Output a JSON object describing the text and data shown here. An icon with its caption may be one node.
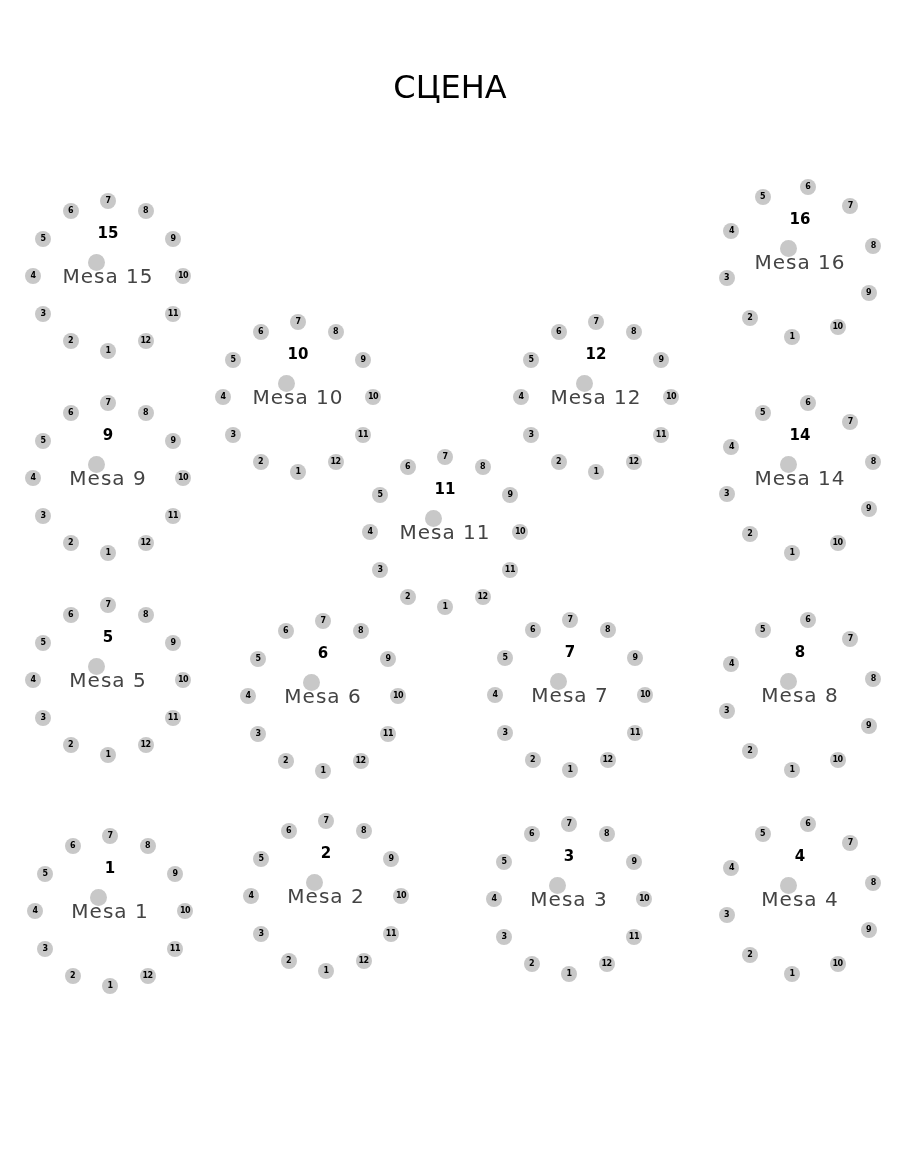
{
  "diagram": {
    "title": "СЦЕНА",
    "nodes": [
      {
        "text": [
          "15",
          "Mesa 15"
        ]
      },
      {
        "text": [
          "1"
        ]
      },
      {
        "text": [
          "2"
        ]
      },
      {
        "text": [
          "3"
        ]
      },
      {
        "text": [
          "4"
        ]
      },
      {
        "text": [
          "5"
        ]
      },
      {
        "text": [
          "6"
        ]
      },
      {
        "text": [
          "7"
        ]
      },
      {
        "text": [
          "8"
        ]
      },
      {
        "text": [
          "9"
        ]
      },
      {
        "text": [
          "10"
        ]
      },
      {
        "text": [
          "11"
        ]
      },
      {
        "text": [
          "12"
        ]
      },
      {
        "text": [
          "16",
          "Mesa 16"
        ]
      },
      {
        "text": [
          "1"
        ]
      },
      {
        "text": [
          "2"
        ]
      },
      {
        "text": [
          "3"
        ]
      },
      {
        "text": [
          "4"
        ]
      },
      {
        "text": [
          "5"
        ]
      },
      {
        "text": [
          "6"
        ]
      },
      {
        "text": [
          "7"
        ]
      },
      {
        "text": [
          "8"
        ]
      },
      {
        "text": [
          "9"
        ]
      },
      {
        "text": [
          "10"
        ]
      },
      {
        "text": [
          "10",
          "Mesa 10"
        ]
      },
      {
        "text": [
          "1"
        ]
      },
      {
        "text": [
          "2"
        ]
      },
      {
        "text": [
          "3"
        ]
      },
      {
        "text": [
          "4"
        ]
      },
      {
        "text": [
          "5"
        ]
      },
      {
        "text": [
          "6"
        ]
      },
      {
        "text": [
          "7"
        ]
      },
      {
        "text": [
          "8"
        ]
      },
      {
        "text": [
          "9"
        ]
      },
      {
        "text": [
          "10"
        ]
      },
      {
        "text": [
          "11"
        ]
      },
      {
        "text": [
          "12"
        ]
      },
      {
        "text": [
          "12",
          "Mesa 12"
        ]
      },
      {
        "text": [
          "1"
        ]
      },
      {
        "text": [
          "2"
        ]
      },
      {
        "text": [
          "3"
        ]
      },
      {
        "text": [
          "4"
        ]
      },
      {
        "text": [
          "5"
        ]
      },
      {
        "text": [
          "6"
        ]
      },
      {
        "text": [
          "7"
        ]
      },
      {
        "text": [
          "8"
        ]
      },
      {
        "text": [
          "9"
        ]
      },
      {
        "text": [
          "10"
        ]
      },
      {
        "text": [
          "11"
        ]
      },
      {
        "text": [
          "12"
        ]
      },
      {
        "text": [
          "9",
          "Mesa 9"
        ]
      },
      {
        "text": [
          "1"
        ]
      },
      {
        "text": [
          "2"
        ]
      },
      {
        "text": [
          "3"
        ]
      },
      {
        "text": [
          "4"
        ]
      },
      {
        "text": [
          "5"
        ]
      },
      {
        "text": [
          "6"
        ]
      },
      {
        "text": [
          "7"
        ]
      },
      {
        "text": [
          "8"
        ]
      },
      {
        "text": [
          "9"
        ]
      },
      {
        "text": [
          "10"
        ]
      },
      {
        "text": [
          "11"
        ]
      },
      {
        "text": [
          "12"
        ]
      },
      {
        "text": [
          "14",
          "Mesa 14"
        ]
      },
      {
        "text": [
          "1"
        ]
      },
      {
        "text": [
          "2"
        ]
      },
      {
        "text": [
          "3"
        ]
      },
      {
        "text": [
          "4"
        ]
      },
      {
        "text": [
          "5"
        ]
      },
      {
        "text": [
          "6"
        ]
      },
      {
        "text": [
          "7"
        ]
      },
      {
        "text": [
          "8"
        ]
      },
      {
        "text": [
          "9"
        ]
      },
      {
        "text": [
          "10"
        ]
      },
      {
        "text": [
          "11",
          "Mesa 11"
        ]
      },
      {
        "text": [
          "1"
        ]
      },
      {
        "text": [
          "2"
        ]
      },
      {
        "text": [
          "3"
        ]
      },
      {
        "text": [
          "4"
        ]
      },
      {
        "text": [
          "5"
        ]
      },
      {
        "text": [
          "6"
        ]
      },
      {
        "text": [
          "7"
        ]
      },
      {
        "text": [
          "8"
        ]
      },
      {
        "text": [
          "9"
        ]
      },
      {
        "text": [
          "10"
        ]
      },
      {
        "text": [
          "11"
        ]
      },
      {
        "text": [
          "12"
        ]
      },
      {
        "text": [
          "5",
          "Mesa 5"
        ]
      },
      {
        "text": [
          "1"
        ]
      },
      {
        "text": [
          "2"
        ]
      },
      {
        "text": [
          "3"
        ]
      },
      {
        "text": [
          "4"
        ]
      },
      {
        "text": [
          "5"
        ]
      },
      {
        "text": [
          "6"
        ]
      },
      {
        "text": [
          "7"
        ]
      },
      {
        "text": [
          "8"
        ]
      },
      {
        "text": [
          "9"
        ]
      },
      {
        "text": [
          "10"
        ]
      },
      {
        "text": [
          "11"
        ]
      },
      {
        "text": [
          "12"
        ]
      },
      {
        "text": [
          "6",
          "Mesa 6"
        ]
      },
      {
        "text": [
          "1"
        ]
      },
      {
        "text": [
          "2"
        ]
      },
      {
        "text": [
          "3"
        ]
      },
      {
        "text": [
          "4"
        ]
      },
      {
        "text": [
          "5"
        ]
      },
      {
        "text": [
          "6"
        ]
      },
      {
        "text": [
          "7"
        ]
      },
      {
        "text": [
          "8"
        ]
      },
      {
        "text": [
          "9"
        ]
      },
      {
        "text": [
          "10"
        ]
      },
      {
        "text": [
          "11"
        ]
      },
      {
        "text": [
          "12"
        ]
      },
      {
        "text": [
          "7",
          "Mesa 7"
        ]
      },
      {
        "text": [
          "1"
        ]
      },
      {
        "text": [
          "2"
        ]
      },
      {
        "text": [
          "3"
        ]
      },
      {
        "text": [
          "4"
        ]
      },
      {
        "text": [
          "5"
        ]
      },
      {
        "text": [
          "6"
        ]
      },
      {
        "text": [
          "7"
        ]
      },
      {
        "text": [
          "8"
        ]
      },
      {
        "text": [
          "9"
        ]
      },
      {
        "text": [
          "10"
        ]
      },
      {
        "text": [
          "11"
        ]
      },
      {
        "text": [
          "12"
        ]
      },
      {
        "text": [
          "8",
          "Mesa 8"
        ]
      },
      {
        "text": [
          "1"
        ]
      },
      {
        "text": [
          "2"
        ]
      },
      {
        "text": [
          "3"
        ]
      },
      {
        "text": [
          "4"
        ]
      },
      {
        "text": [
          "5"
        ]
      },
      {
        "text": [
          "6"
        ]
      },
      {
        "text": [
          "7"
        ]
      },
      {
        "text": [
          "8"
        ]
      },
      {
        "text": [
          "9"
        ]
      },
      {
        "text": [
          "10"
        ]
      },
      {
        "text": [
          "1",
          "Mesa 1"
        ]
      },
      {
        "text": [
          "1"
        ]
      },
      {
        "text": [
          "2"
        ]
      },
      {
        "text": [
          "3"
        ]
      },
      {
        "text": [
          "4"
        ]
      },
      {
        "text": [
          "5"
        ]
      },
      {
        "text": [
          "6"
        ]
      },
      {
        "text": [
          "7"
        ]
      },
      {
        "text": [
          "8"
        ]
      },
      {
        "text": [
          "9"
        ]
      },
      {
        "text": [
          "10"
        ]
      },
      {
        "text": [
          "11"
        ]
      },
      {
        "text": [
          "12"
        ]
      },
      {
        "text": [
          "2",
          "Mesa 2"
        ]
      },
      {
        "text": [
          "1"
        ]
      },
      {
        "text": [
          "2"
        ]
      },
      {
        "text": [
          "3"
        ]
      },
      {
        "text": [
          "4"
        ]
      },
      {
        "text": [
          "5"
        ]
      },
      {
        "text": [
          "6"
        ]
      },
      {
        "text": [
          "7"
        ]
      },
      {
        "text": [
          "8"
        ]
      },
      {
        "text": [
          "9"
        ]
      },
      {
        "text": [
          "10"
        ]
      },
      {
        "text": [
          "11"
        ]
      },
      {
        "text": [
          "12"
        ]
      },
      {
        "text": [
          "3",
          "Mesa 3"
        ]
      },
      {
        "text": [
          "1"
        ]
      },
      {
        "text": [
          "2"
        ]
      },
      {
        "text": [
          "3"
        ]
      },
      {
        "text": [
          "4"
        ]
      },
      {
        "text": [
          "5"
        ]
      },
      {
        "text": [
          "6"
        ]
      },
      {
        "text": [
          "7"
        ]
      },
      {
        "text": [
          "8"
        ]
      },
      {
        "text": [
          "9"
        ]
      },
      {
        "text": [
          "10"
        ]
      },
      {
        "text": [
          "11"
        ]
      },
      {
        "text": [
          "12"
        ]
      },
      {
        "text": [
          "4",
          "Mesa 4"
        ]
      },
      {
        "text": [
          "1"
        ]
      },
      {
        "text": [
          "2"
        ]
      },
      {
        "text": [
          "3"
        ]
      },
      {
        "text": [
          "4"
        ]
      },
      {
        "text": [
          "5"
        ]
      },
      {
        "text": [
          "6"
        ]
      },
      {
        "text": [
          "7"
        ]
      },
      {
        "text": [
          "8"
        ]
      },
      {
        "text": [
          "9"
        ]
      },
      {
        "text": [
          "10"
        ]
      }
    ]
  }
}
